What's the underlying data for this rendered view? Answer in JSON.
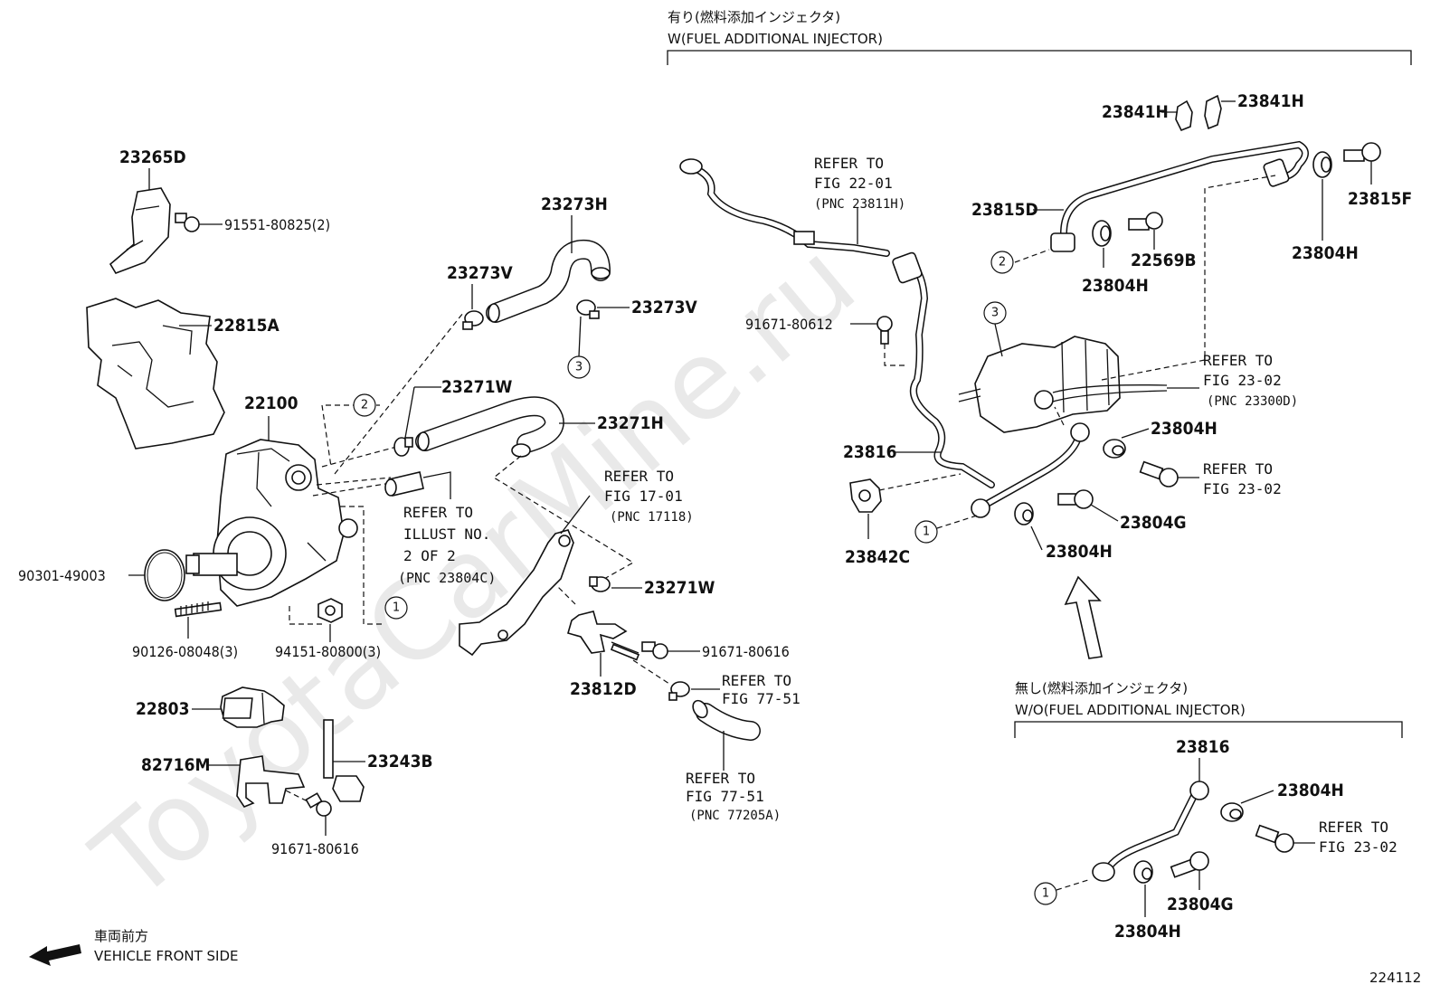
{
  "header_w": {
    "jp": "有り(燃料添加インジェクタ)",
    "en": "W(FUEL ADDITIONAL INJECTOR)"
  },
  "header_wo": {
    "jp": "無し(燃料添加インジェクタ)",
    "en": "W/O(FUEL ADDITIONAL INJECTOR)"
  },
  "parts": {
    "p23265D": "23265D",
    "p91551": "91551-80825(2)",
    "p22815A": "22815A",
    "p22100": "22100",
    "p90301": "90301-49003",
    "p90126": "90126-08048(3)",
    "p94151": "94151-80800(3)",
    "p22803": "22803",
    "p82716M": "82716M",
    "p23243B": "23243B",
    "p91671_80616_a": "91671-80616",
    "p23273H": "23273H",
    "p23273V_a": "23273V",
    "p23273V_b": "23273V",
    "p23271W_a": "23271W",
    "p23271H": "23271H",
    "p23271W_b": "23271W",
    "p23812D": "23812D",
    "p91671_80616_b": "91671-80616",
    "p91671_80612": "91671-80612",
    "p23816_a": "23816",
    "p23842C": "23842C",
    "p23841H_a": "23841H",
    "p23841H_b": "23841H",
    "p23815D": "23815D",
    "p23815F": "23815F",
    "p22569B": "22569B",
    "p23804H_a": "23804H",
    "p23804H_b": "23804H",
    "p23804H_c": "23804H",
    "p23804G_a": "23804G",
    "p23804H_d": "23804H",
    "p23816_b": "23816",
    "p23804H_e": "23804H",
    "p23804G_b": "23804G",
    "p23804H_f": "23804H"
  },
  "refs": {
    "illust": [
      "REFER TO",
      "ILLUST NO.",
      "2 OF 2",
      "(PNC 23804C)"
    ],
    "fig1701": [
      "REFER TO",
      "FIG 17-01",
      "(PNC 17118)"
    ],
    "fig7751a": [
      "REFER TO",
      "FIG 77-51"
    ],
    "fig7751b": [
      "REFER TO",
      "FIG 77-51",
      "(PNC 77205A)"
    ],
    "fig2201": [
      "REFER TO",
      "FIG 22-01",
      "(PNC 23811H)"
    ],
    "fig2302a": [
      "REFER TO",
      "FIG 23-02",
      "(PNC 23300D)"
    ],
    "fig2302b": [
      "REFER TO",
      "FIG 23-02"
    ],
    "fig2302c": [
      "REFER TO",
      "FIG 23-02"
    ]
  },
  "callouts": {
    "c1": "1",
    "c2": "2",
    "c3": "3"
  },
  "direction": {
    "jp": "車両前方",
    "en": "VEHICLE FRONT SIDE"
  },
  "figure_number": "224112",
  "watermark": "ToyotaCarMine.ru"
}
